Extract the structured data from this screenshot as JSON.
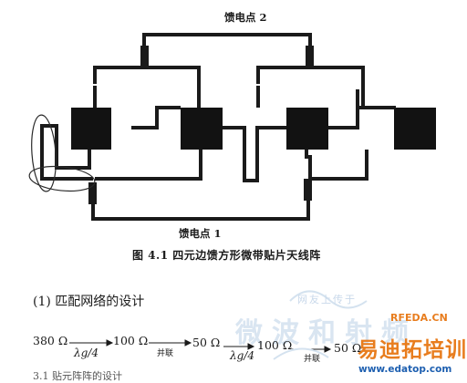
{
  "figure": {
    "feed_point_2": "馈电点 2",
    "feed_point_1": "馈电点 1",
    "caption": "图 4.1  四元边馈方形微带贴片天线阵"
  },
  "section": {
    "heading": "(1)   匹配网络的设计"
  },
  "equation": {
    "z1": "380 Ω",
    "s1_top": "",
    "s1_bottom": "λg/4",
    "z2": "100 Ω",
    "s2_top": "并联",
    "z3": "50 Ω",
    "s3_bottom": "λg/4",
    "z4": "100 Ω",
    "s4_top": "并联",
    "z5": "50 Ω"
  },
  "bottom_partial_text": "3.1  贴元阵阵的设计",
  "watermarks": {
    "site_cn": "易迪拓培训",
    "site_en": "RFEDA.CN",
    "url": "www.edatop.com",
    "faint_cn": "网友上传于",
    "faint_big": "微波和射频"
  },
  "colors": {
    "ink": "#1a1a1a",
    "watermark_orange": "#e87d1e",
    "watermark_blue": "#1d5fb0",
    "watermark_faint": "#c8d8ea"
  }
}
